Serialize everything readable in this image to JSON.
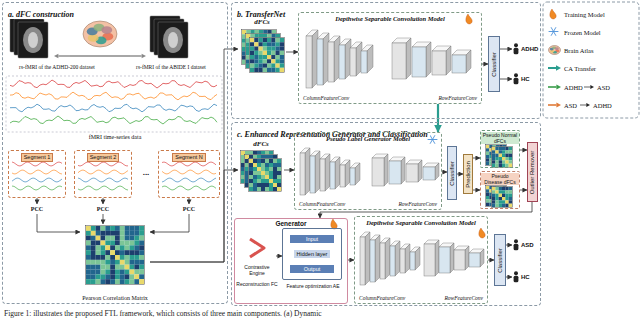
{
  "diagram": {
    "caption": "Figure 1: illustrates the proposed FTL framework, which consists of three main components. (a) Dynamic",
    "nodes": [
      {
        "text": [
          "a. dFC construction"
        ]
      },
      {
        "text": [
          "Segment 1"
        ],
        "in": 0
      },
      {
        "text": [
          "Segment 2"
        ],
        "in": 0
      },
      {
        "text": [
          "Segment N"
        ],
        "in": 0
      },
      {
        "text": [
          "PCC"
        ],
        "in": 0
      },
      {
        "text": [
          "PCC"
        ],
        "in": 0
      },
      {
        "text": [
          "PCC"
        ],
        "in": 0
      },
      {
        "text": [
          "Pearson Correlation Matrix"
        ],
        "in": 0
      },
      {
        "text": [
          "b. TransferNet"
        ]
      },
      {
        "text": [
          "dFCs"
        ],
        "in": 8
      },
      {
        "text": [
          "Depthwise Separable Convolution Model",
          "ColumnFeatureConv",
          "RowFeatureConv"
        ],
        "in": 8
      },
      {
        "text": [
          "Classifier"
        ],
        "in": 8
      },
      {
        "text": [
          "ADHD"
        ],
        "in": 8
      },
      {
        "text": [
          "HC"
        ],
        "in": 8
      },
      {
        "text": [
          "c. Enhanced Representation Generator and Classification"
        ]
      },
      {
        "text": [
          "dFCs"
        ],
        "in": 14
      },
      {
        "text": [
          "Pseudo Label Generator Model",
          "ColumnFeatureConv",
          "RowFeatureConv"
        ],
        "in": 14
      },
      {
        "text": [
          "Classifier"
        ],
        "in": 14
      },
      {
        "text": [
          "Prediction"
        ],
        "in": 14
      },
      {
        "text": [
          "Pseudo Normal dFCs"
        ],
        "in": 14
      },
      {
        "text": [
          "Pseudo Disease dFCs"
        ],
        "in": 14
      },
      {
        "text": [
          "Outlier Remover"
        ],
        "in": 14
      },
      {
        "text": [
          "Generator"
        ],
        "in": 14
      },
      {
        "text": [
          "Contrastive Engine"
        ],
        "in": 22
      },
      {
        "text": [
          "Input",
          "Hidden layer",
          "Output"
        ],
        "in": 22
      },
      {
        "text": [
          "Depthwise Separable Convolution Model",
          "ColumnFeatureConv",
          "RowFeatureConv"
        ],
        "in": 14
      },
      {
        "text": [
          "Classifier"
        ],
        "in": 14
      },
      {
        "text": [
          "ASD"
        ],
        "in": 14
      },
      {
        "text": [
          "HC"
        ],
        "in": 14
      }
    ],
    "edges": [
      {
        "from": 1,
        "to": 4,
        "arrow": "to"
      },
      {
        "from": 2,
        "to": 5,
        "arrow": "to"
      },
      {
        "from": 3,
        "to": 6,
        "arrow": "to"
      },
      {
        "from": 4,
        "to": 7,
        "arrow": "to"
      },
      {
        "from": 5,
        "to": 7,
        "arrow": "to"
      },
      {
        "from": 6,
        "to": 7,
        "arrow": "to"
      },
      {
        "from": 7,
        "to": 9,
        "arrow": "to"
      },
      {
        "from": 7,
        "to": 15,
        "arrow": "to"
      },
      {
        "from": 9,
        "to": 10,
        "arrow": "to"
      },
      {
        "from": 10,
        "to": 11,
        "arrow": "to"
      },
      {
        "from": 11,
        "to": 12,
        "arrow": "to"
      },
      {
        "from": 11,
        "to": 13,
        "arrow": "to"
      },
      {
        "from": 10,
        "to": 16,
        "arrow": "to"
      },
      {
        "from": 15,
        "to": 16,
        "arrow": "to"
      },
      {
        "from": 16,
        "to": 17,
        "arrow": "to"
      },
      {
        "from": 17,
        "to": 18,
        "arrow": "to"
      },
      {
        "from": 18,
        "to": 19,
        "arrow": "to"
      },
      {
        "from": 18,
        "to": 20,
        "arrow": "to"
      },
      {
        "from": 19,
        "to": 21,
        "arrow": "to"
      },
      {
        "from": 20,
        "to": 21,
        "arrow": "to"
      },
      {
        "from": 21,
        "to": 22,
        "arrow": "to"
      },
      {
        "from": 23,
        "to": 24,
        "arrow": "to"
      },
      {
        "from": 22,
        "to": 25,
        "arrow": "to"
      },
      {
        "from": 25,
        "to": 26,
        "arrow": "to"
      },
      {
        "from": 26,
        "to": 27,
        "arrow": "to"
      },
      {
        "from": 26,
        "to": 28,
        "arrow": "to"
      }
    ],
    "labels": [
      "rs-fMRI of the ADHD-200 dataset",
      "rs-fMRI of the ABIDE I dataset",
      "fMRI time-series data",
      "...",
      "Reconstruction FC",
      "Feature optimization AE",
      "ADHD",
      "ASD",
      "ASD",
      "ADHD"
    ],
    "legend": [
      {
        "text": "Training Model"
      },
      {
        "text": "Frozen Model"
      },
      {
        "text": "Brain Atlas"
      },
      {
        "text": "CA Transfer"
      }
    ]
  }
}
